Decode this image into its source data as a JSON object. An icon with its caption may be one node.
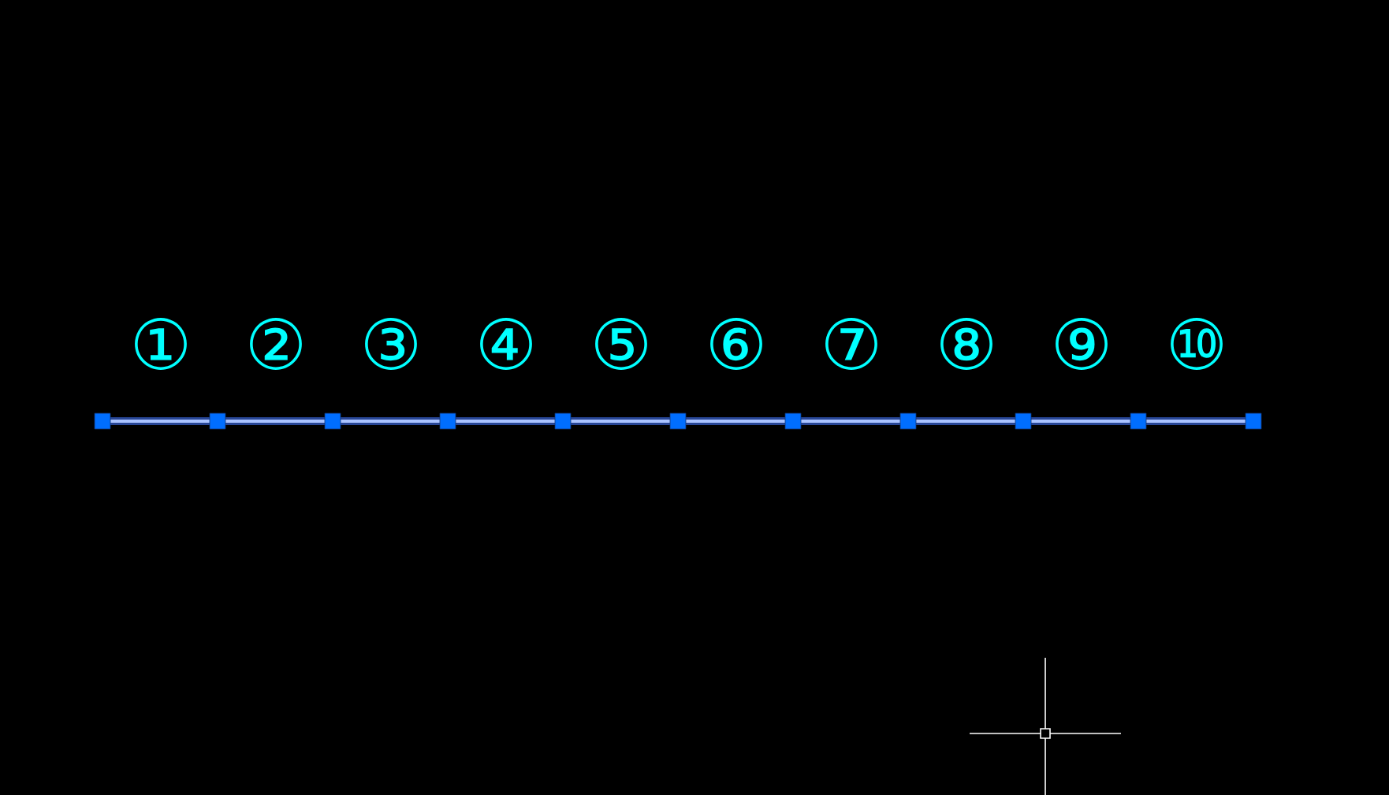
{
  "diagram": {
    "labels": [
      "①",
      "②",
      "③",
      "④",
      "⑤",
      "⑥",
      "⑦",
      "⑧",
      "⑨",
      "⑩"
    ]
  }
}
